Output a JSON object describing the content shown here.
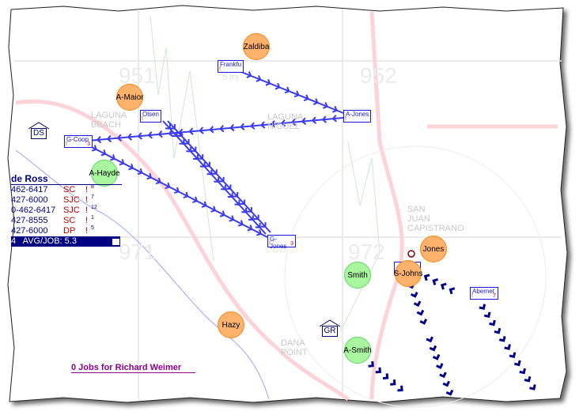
{
  "map": {
    "zip_labels": [
      "951",
      "952",
      "971",
      "972"
    ],
    "towns": [
      "LAGUNA\nBEACH",
      "LAGUNA\nNIGUEL",
      "SAN\nJUAN\nCAPISTRANO",
      "DANA\nPOINT"
    ],
    "scale_label": "5 mi",
    "depots": [
      "DS",
      "GR"
    ],
    "technicians": [
      {
        "name": "Zaldiba",
        "status": "busy",
        "color": "#ffb26b"
      },
      {
        "name": "A-Maior",
        "status": "busy",
        "color": "#ffb26b"
      },
      {
        "name": "A-Hayde",
        "status": "available",
        "color": "#a9f5a0"
      },
      {
        "name": "Hazy",
        "status": "busy",
        "color": "#ffb26b"
      },
      {
        "name": "Smith",
        "status": "available",
        "color": "#a9f5a0"
      },
      {
        "name": "Jones",
        "status": "busy",
        "color": "#ffb26b"
      },
      {
        "name": "S-Johns",
        "status": "busy",
        "color": "#ffb26b"
      },
      {
        "name": "A-Smith",
        "status": "available",
        "color": "#a9f5a0"
      }
    ],
    "jobs": [
      {
        "name": "Frankfu",
        "mark": "!",
        "count": ""
      },
      {
        "name": "A-Jones",
        "mark": "!",
        "count": ""
      },
      {
        "name": "Olsen",
        "mark": "!",
        "count": ""
      },
      {
        "name": "G-Coop",
        "mark": "!",
        "count": "3"
      },
      {
        "name": "G-Jones",
        "mark": "!",
        "count": "3"
      },
      {
        "name": "Abernet",
        "mark": "!",
        "count": "7"
      }
    ]
  },
  "panel": {
    "title": "de Ross",
    "rows": [
      {
        "phone": "462-6417",
        "code": "SC",
        "flag": "!",
        "count": "8"
      },
      {
        "phone": "427-6000",
        "code": "SJC",
        "flag": "!",
        "count": "7"
      },
      {
        "phone": "0-462-6417",
        "code": "SJC",
        "flag": "!",
        "count": "12"
      },
      {
        "phone": "427-8555",
        "code": "SC",
        "flag": "!",
        "count": "1"
      },
      {
        "phone": "427-6000",
        "code": "DP",
        "flag": "!",
        "count": "5"
      }
    ],
    "avg_label": "4   AVG/JOB: 5.3",
    "avg_fill_fraction": 0.75
  },
  "footer": "0 Jobs for Richard Weimer",
  "colors": {
    "route": "#3a3aee",
    "route_dark": "#00008b",
    "road": "#fbd3d8"
  }
}
